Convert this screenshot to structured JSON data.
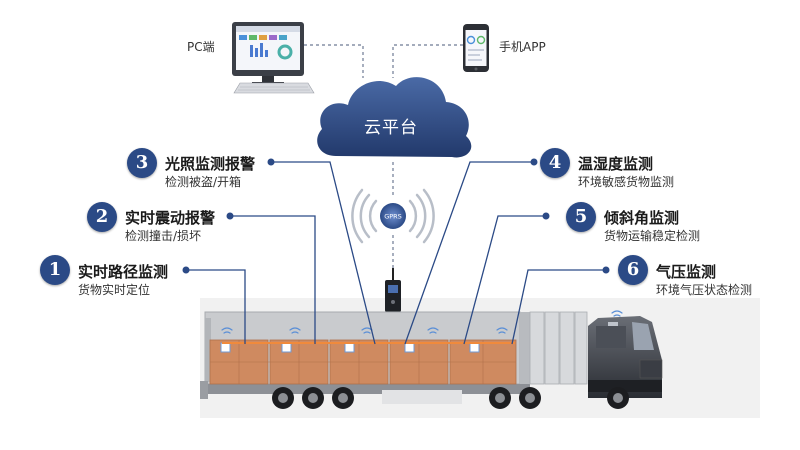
{
  "devices": {
    "pc": {
      "label": "PC端"
    },
    "phone": {
      "label": "手机APP"
    }
  },
  "cloud": {
    "label": "云平台"
  },
  "gprs": {
    "label": "GPRS"
  },
  "colors": {
    "badge": "#2b4a86",
    "cloud": "#2f4c86",
    "line": "#2b4a86"
  },
  "features": [
    {
      "num": "1",
      "title": "实时路径监测",
      "desc": "货物实时定位"
    },
    {
      "num": "2",
      "title": "实时震动报警",
      "desc": "检测撞击/损坏"
    },
    {
      "num": "3",
      "title": "光照监测报警",
      "desc": "检测被盗/开箱"
    },
    {
      "num": "4",
      "title": "温湿度监测",
      "desc": "环境敏感货物监测"
    },
    {
      "num": "5",
      "title": "倾斜角监测",
      "desc": "货物运输稳定检测"
    },
    {
      "num": "6",
      "title": "气压监测",
      "desc": "环境气压状态检测"
    }
  ]
}
